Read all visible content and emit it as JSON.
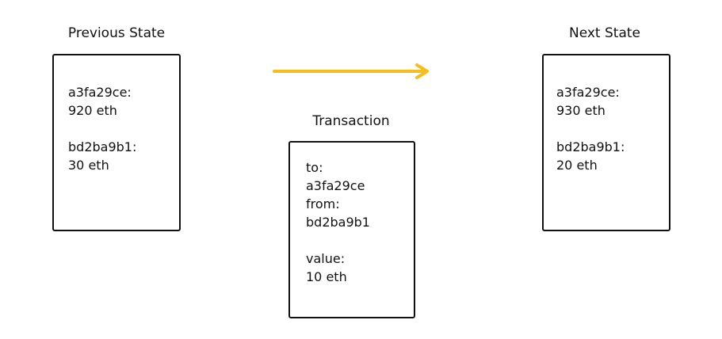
{
  "previous_state": {
    "title": "Previous State",
    "entries": [
      {
        "address": "a3fa29ce:",
        "balance": "920 eth"
      },
      {
        "address": "bd2ba9b1:",
        "balance": "30 eth"
      }
    ]
  },
  "transaction": {
    "title": "Transaction",
    "to_label": "to:",
    "to_value": "a3fa29ce",
    "from_label": "from:",
    "from_value": "bd2ba9b1",
    "value_label": "value:",
    "value_value": "10 eth"
  },
  "next_state": {
    "title": "Next State",
    "entries": [
      {
        "address": "a3fa29ce:",
        "balance": "930 eth"
      },
      {
        "address": "bd2ba9b1:",
        "balance": "20 eth"
      }
    ]
  },
  "colors": {
    "arrow": "#F5BE1E",
    "stroke": "#111111"
  },
  "icons": {
    "arrow": "right-arrow-icon"
  }
}
